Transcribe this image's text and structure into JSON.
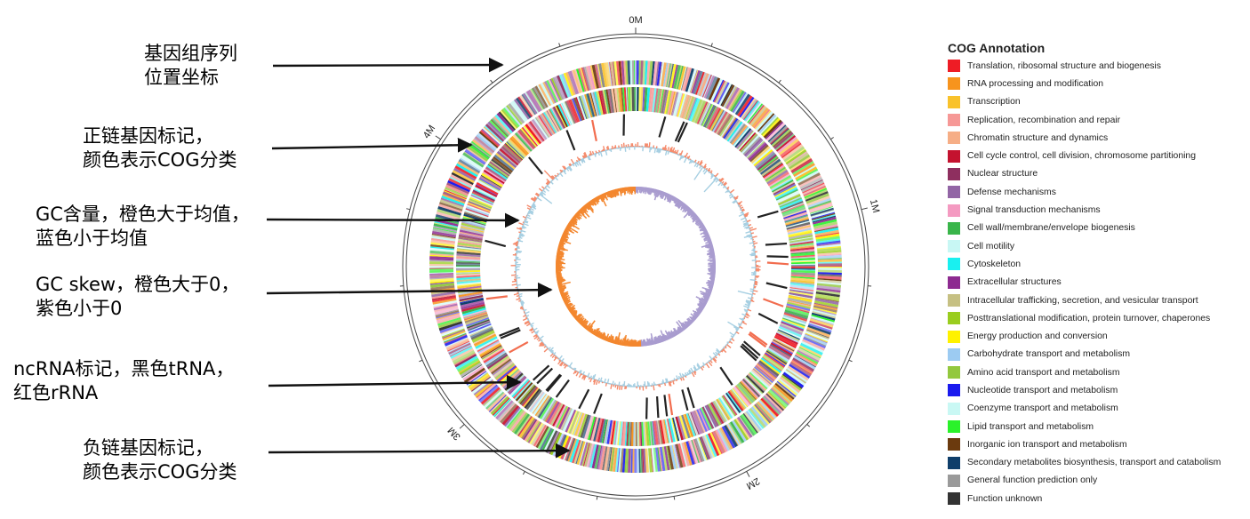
{
  "callouts": [
    {
      "line1": "基因组序列",
      "line2": "位置坐标"
    },
    {
      "line1": "正链基因标记，",
      "line2": "颜色表示COG分类"
    },
    {
      "line1": "GC含量，橙色大于均值，",
      "line2": "蓝色小于均值"
    },
    {
      "line1": "GC skew，橙色大于0，",
      "line2": "紫色小于0"
    },
    {
      "line1": "ncRNA标记，黑色tRNA，",
      "line2": "红色rRNA"
    },
    {
      "line1": "负链基因标记，",
      "line2": "颜色表示COG分类"
    }
  ],
  "axis_ticks": [
    "0M",
    "1M",
    "2M",
    "3M",
    "4M"
  ],
  "legend": {
    "title": "COG Annotation",
    "items": [
      {
        "label": "Translation, ribosomal structure and biogenesis",
        "color": "#ee1c25"
      },
      {
        "label": "RNA processing and modification",
        "color": "#f7941d"
      },
      {
        "label": "Transcription",
        "color": "#f9c22b"
      },
      {
        "label": "Replication, recombination and repair",
        "color": "#f69896"
      },
      {
        "label": "Chromatin structure and dynamics",
        "color": "#f6ae86"
      },
      {
        "label": "Cell cycle control, cell division, chromosome partitioning",
        "color": "#c4122f"
      },
      {
        "label": "Nuclear structure",
        "color": "#8e2f5f"
      },
      {
        "label": "Defense mechanisms",
        "color": "#9265a5"
      },
      {
        "label": "Signal transduction mechanisms",
        "color": "#f49ac1"
      },
      {
        "label": "Cell wall/membrane/envelope biogenesis",
        "color": "#39b54a"
      },
      {
        "label": "Cell motility",
        "color": "#c8f7f4"
      },
      {
        "label": "Cytoskeleton",
        "color": "#19f0f0"
      },
      {
        "label": "Extracellular structures",
        "color": "#8d2a90"
      },
      {
        "label": "Intracellular trafficking, secretion, and vesicular transport",
        "color": "#c6c083"
      },
      {
        "label": "Posttranslational modification, protein turnover, chaperones",
        "color": "#9acd1f"
      },
      {
        "label": "Energy production and conversion",
        "color": "#fff200"
      },
      {
        "label": "Carbohydrate transport and metabolism",
        "color": "#9ccbf2"
      },
      {
        "label": "Amino acid transport and metabolism",
        "color": "#93c83e"
      },
      {
        "label": "Nucleotide transport and metabolism",
        "color": "#1a1aee"
      },
      {
        "label": "Coenzyme transport and metabolism",
        "color": "#c9f8f4"
      },
      {
        "label": "Lipid transport and metabolism",
        "color": "#2af22a"
      },
      {
        "label": "Inorganic ion transport and metabolism",
        "color": "#6b3a0e"
      },
      {
        "label": "Secondary metabolites biosynthesis, transport and catabolism",
        "color": "#0f3e6a"
      },
      {
        "label": "General function prediction only",
        "color": "#9a9a9a"
      },
      {
        "label": "Function unknown",
        "color": "#333333"
      }
    ]
  },
  "colors": {
    "gc_above_mean": "#f58b6c",
    "gc_below_mean": "#a6cfe2",
    "skew_positive": "#f3872f",
    "skew_negative": "#a99ccf",
    "trna": "#222222",
    "rrna": "#f26d4f",
    "arrow": "#111111"
  }
}
